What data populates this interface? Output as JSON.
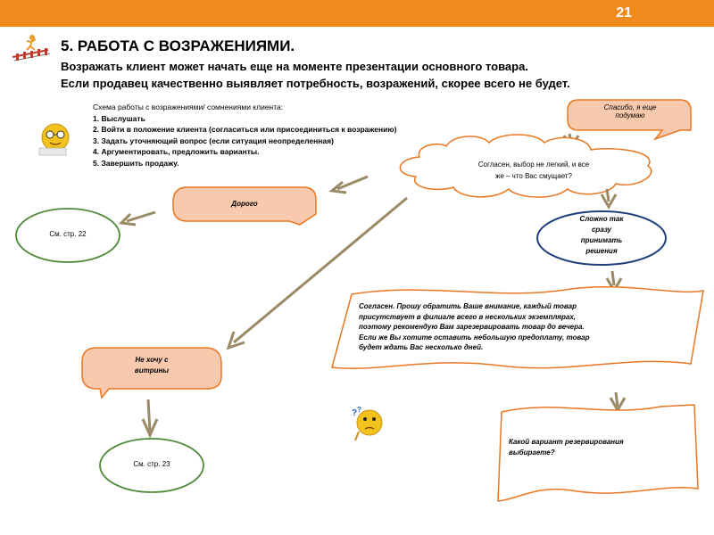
{
  "header": {
    "page_number": "21",
    "accent": "#f08a1c"
  },
  "title": "5. РАБОТА С ВОЗРАЖЕНИЯМИ.",
  "subtitle_line1": "Возражать клиент может начать еще на моменте презентации основного товара.",
  "subtitle_line2": "Если продавец качественно выявляет потребность, возражений, скорее всего не будет.",
  "scheme": {
    "heading": "Схема работы с возражениями/ сомнениями клиента:",
    "steps": [
      "1. Выслушать",
      "2. Войти в положение клиента (согласиться или присоединиться к возражению)",
      "3. Задать уточняющий вопрос (если ситуация неопределенная)",
      "4. Аргументировать, предложить варианты.",
      "5. Завершить продажу."
    ]
  },
  "nodes": {
    "thanks_line1": "Спасибо, я еще",
    "thanks_line2": "подумаю",
    "agree_line1": "Согласен, выбор не легкий, и все",
    "agree_line2": "же – что Вас смущает?",
    "expensive": "Дорого",
    "see22": "См. стр. 22",
    "hard_line1": "Сложно так",
    "hard_line2": "сразу",
    "hard_line3": "принимать",
    "hard_line4": "решения",
    "offer_lines": [
      "Согласен. Прошу обратить Ваше внимание, каждый товар",
      "присутствует в филиале всего в нескольких экземплярах,",
      "поэтому рекомендую Вам зарезервировать товар до вечера.",
      "Если же Вы хотите оставить небольшую предоплату, товар",
      "будет ждать Вас несколько дней."
    ],
    "showcase_line1": "Не хочу с",
    "showcase_line2": "витрины",
    "see23": "См. стр. 23",
    "reserve_line1": "Какой вариант резервирования",
    "reserve_line2": "выбираете?"
  },
  "colors": {
    "orange_stroke": "#e87722",
    "salmon_fill": "#f9c9ae",
    "green_stroke": "#4e8a3a",
    "navy_stroke": "#1f3f7a",
    "arrow": "#9a8a66"
  }
}
